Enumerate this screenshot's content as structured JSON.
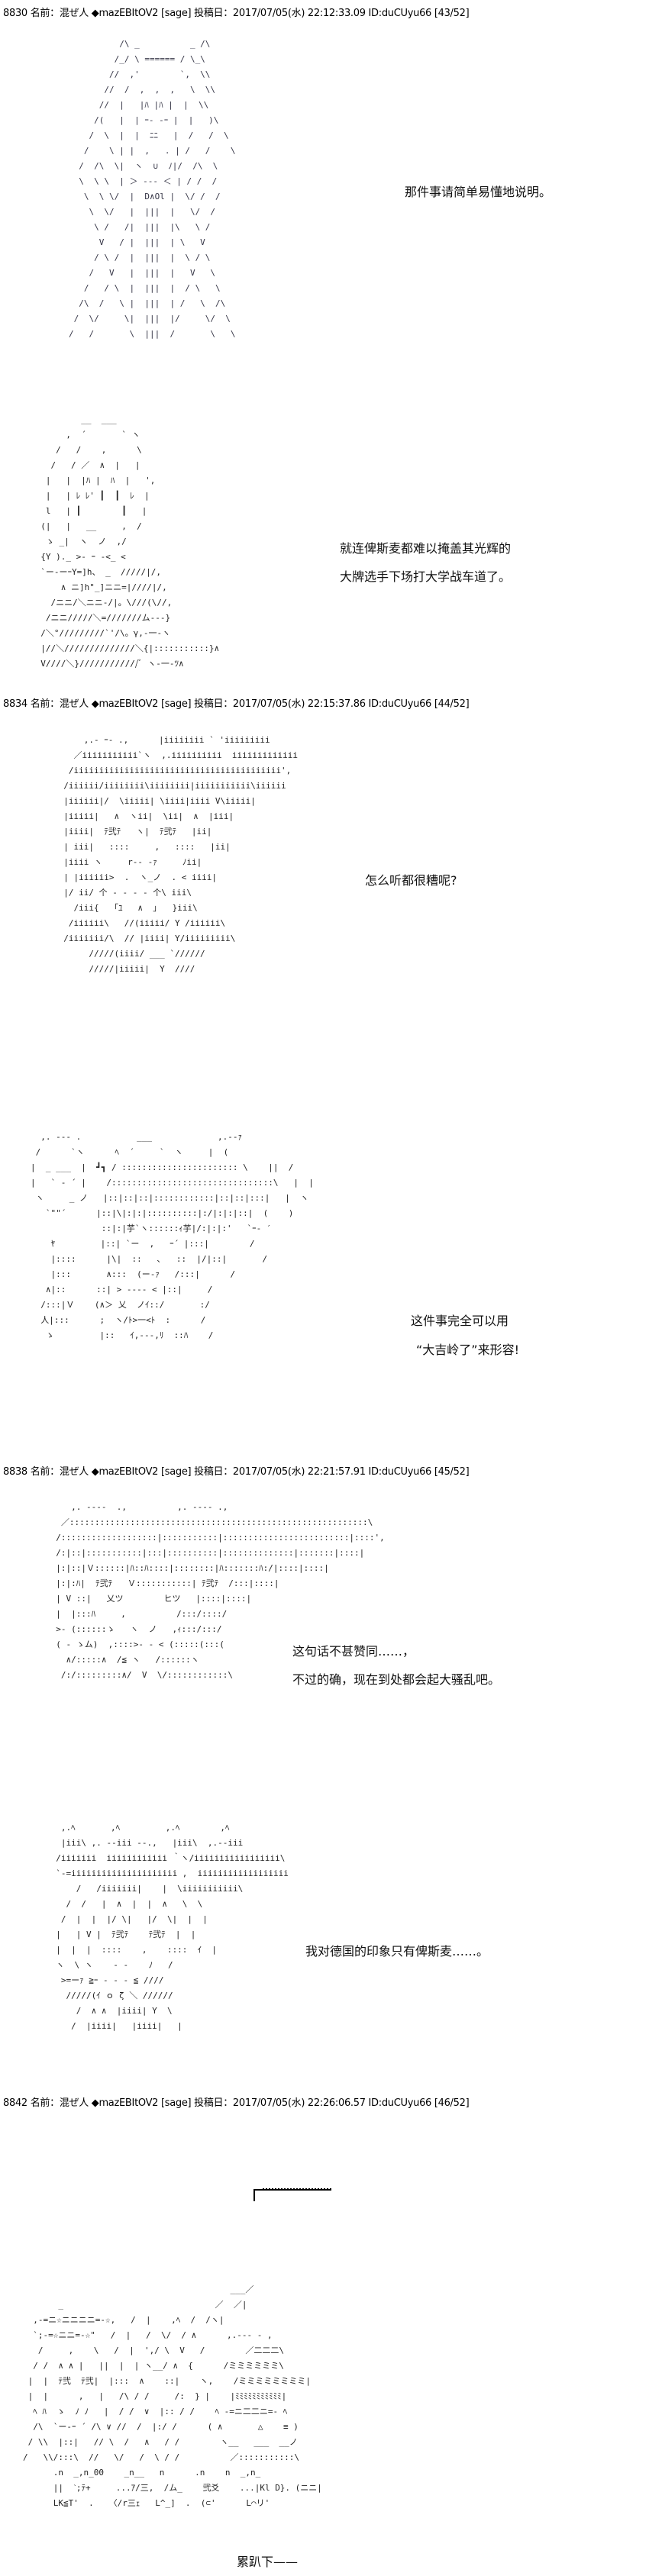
{
  "posts": [
    {
      "header": "8830 名前：混ぜ人 ◆mazEBItOV2 [sage] 投稿日：2017/07/05(水) 22:12:33.09 ID:duCUyu66 [43/52]"
    },
    {
      "header": "8834 名前：混ぜ人 ◆mazEBItOV2 [sage] 投稿日：2017/07/05(水) 22:15:37.86 ID:duCUyu66 [44/52]"
    },
    {
      "header": "8838 名前：混ぜ人 ◆mazEBItOV2 [sage] 投稿日：2017/07/05(水) 22:21:57.91 ID:duCUyu66 [45/52]"
    },
    {
      "header": "8842 名前：混ぜ人 ◆mazEBItOV2 [sage] 投稿日：2017/07/05(水) 22:26:06.57 ID:duCUyu66 [46/52]"
    }
  ],
  "dialogue": {
    "d1": "那件事请简单易懂地说明。",
    "d2a": "就连俾斯麦都难以掩盖其光辉的",
    "d2b": "大牌选手下场打大学战车道了。",
    "d3": "怎么听都很糟呢?",
    "d4a": "这件事完全可以用",
    "d4b": "“大吉岭了”来形容!",
    "d5a": "这句话不甚赞同……，",
    "d5b": "不过的确，现在到处都会起大骚乱吧。",
    "d6": "我对德国的印象只有俾斯麦……。",
    "d7": "累趴下——"
  },
  "art": {
    "a1": "          /\\ _          _ /\\\n         /_/ \\ ====== / \\_\\\n        //  ,'        `,  \\\\\n       //  /  ,  ,  ,   \\  \\\\\n      //  |   |ﾊ |ﾊ |  |  \\\\\n     /(   |  | ｰ‐ ‐ｰ |  |   )\\\n    /  \\  |  |  ﾆﾆ   |  /   /  \\\n   /    \\ | |  ,   . | /   /    \\\n  /  /\\  \\|  ヽ  ∪  ﾉ|/  /\\  \\\n  \\  \\ \\  | ＞ ‐‐‐ ＜ | / /  /\n   \\  \\ \\/  |  D∧Ol |  \\/ /  /\n    \\  \\/   |  |||  |   \\/  /\n     \\ /   /|  |||  |\\   \\ /\n      V   / |  |||  | \\   V\n     / \\ /  |  |||  |  \\ / \\\n    /   V   |  |||  |   V   \\\n   /   / \\  |  |||  |  / \\   \\\n  /\\  /   \\ |  |||  | /   \\  /\\\n /  \\/     \\|  |||  |/     \\/  \\\n/   /       \\  |||  /       \\   \\",
    "a2": "          __  ___\n       ,  ´       ` ヽ\n     /   /    ,      \\\n    /   / ／  ∧  |   |\n   |   |  |ﾊ |  ﾊ  |   ',\n   |   | ﾚ ﾚ' ┃  ┃  ﾚ  |\n   l   | ┃        ┃   |\n  (|   |   __     ,  /\n   ゝ _|  ヽ  ノ  ,/\n  {Y )._ >‐ ｰ ‐<_ <\n  `ー‐ーｰY=]h、 _  /////|/,\n      ∧ ニ]h\"_]ニニ=|////|/,\n    /ニニ/＼ニニ‐/|。\\///(\\//,\n   /ニニ/////＼=///////ム‐‐‐}\n  /＼°/////////`'/\\。γ,‐一‐ヽ\n  |//＼//////////////＼{|:::::::::::}∧\n  V////＼}////////////ﾞ ヽ‐一‐ﾂ∧",
    "a3": "      ,.‐ ｰ- .,      |iiiiiiii ` 'iiiiiiiii\n    ／iiiiiiiiiii`ヽ  ,.iiiiiiiiii  iiiiiiiiiiiii\n   /iiiiiiiiiiiiiiiiiiiiiiiiiiiiiiiiiiiiiiiii',\n  /iiiiii/iiiiiiii\\iiiiiiii|iiiiiiiiiii\\iiiiii\n  |iiiiii|/  \\iiiii| \\iiii|iiii V\\iiiii|\n  |iiiii|   ∧  ヽii|  \\ii|  ∧  |iii|\n  |iiii|  ﾃ弐ﾃ   ヽ|  ﾃ弐ﾃ   |ii|\n  | iii|   ::::     ,   ::::   |ii|\n  |iiii ヽ     r‐‐ ‐ｧ     ﾉii|\n  | |iiiiii>  .  ヽ_ノ  . < iiii|\n  |/ ii/ 个 ‐ ‐ ‐ ‐ 个\\ iii\\\n    /iii{   ｢ﾕ   ∧  ｣   }iii\\\n   /iiiiii\\   //(iiiii/ Y /iiiiii\\\n  /iiiiiii/\\  // |iiii| Y/iiiiiiiii\\\n       /////(iiii/ ___ `//////\n       /////|iiiii|  Y  ////",
    "a4": "  ,. -‐- .           ___             ,.-‐ｧ\n /      `ヽ      ﾍ  ´     `  ヽ     |  (\n|  _ ___  |  ┛┓ / ::::::::::::::::::::::: \\    ||  /\n|   ` ‐ ´ |    /::::::::::::::::::::::::::::::::\\   |  |\n ヽ     _ ノ   |::|::|::|::::::::::::|::|::|:::|   |  ヽ\n   `\"\"´      |::|\\|:|:|::::::::::|:/|:|:|::|  (    )\n              ::|:|芋`ヽ::::::ｨ芋|/:|:|:'   `ｰ‐ ′\n    ﾔ         |::| `ー  ,   ｰ´ |:::|        /\n    |::::      |\\|  ::   ､   ::  |/|::|       /\n    |:::       ∧:::  (ー‐ｧ   /:::|      /\n   ∧|::      ::| > ‐‐‐‐ < |::|     /\n  /:::|Ｖ    (∧＞ 乂  ノｲ::/       :/\n  人|:::      ;  ヽ/ﾄ>一<ﾄ  :      /\n   ゝ         |::   ｲ,---,ﾘ  ::ﾊ    /",
    "a5": "     ,. -‐‐-  .,          ,. -‐‐- .,\n   ／:::::::::::::::::::::::::::::::::::::::::::::::::::::::::::\\\n  /:::::::::::::::::::|:::::::::::|:::::::::::::::::::::::::|::::',\n  /:|::|:::::::::::|:::|::::::::::|::::::::::::::|:::::::|::::|\n  |:|::|Ｖ::::::|ﾊ::ﾊ::::|::::::::|ﾊ:::::::ﾊ:/|::::|::::|\n  |:|:ﾊ|  ﾃ弐ﾃ   Ｖ:::::::::::| ﾃ弐ﾃ  /:::|::::|\n  | V ::|   乂ツ        ヒツ   |::::|::::|\n  |  |:::ﾊ     ,          /:::/::::/\n  >‐ (::::::ゝ   ヽ  ノ   ,ｨ:::/:::/\n  ( ‐ ゝム)  ,::::>‐ ‐ < (:::::(:::(\n    ∧/:::::∧  /≦ ヽ   /::::::ヽ\n   /:/:::::::::∧/  V  \\/::::::::::::\\",
    "a6": "   ,.ﾍ       ,ﾍ         ,.ﾍ        ,ﾍ\n   |iii\\ ,. ‐‐iii ‐‐.,   |iii\\  ,.‐‐iii\n  /iiiiiii  iiiiiiiiiiii ｀ヽ/iiiiiiiiiiiiiiiii\\\n  `‐=iiiiiiiiiiiiiiiiiiiii ,  iiiiiiiiiiiiiiiiii\n      /   /iiiiiii|    |  \\iiiiiiiiiii\\\n    /  /   |  ∧  |  |  ∧   \\  \\\n   /  |  |  |/ \\|   |/  \\|  |  |\n  |   | V |  ﾃ弐ﾃ    ﾃ弐ﾃ  |  |\n  |  |  |  ::::    ,    ::::  ｲ  |\n  ヽ  \\ ヽ    ‐ ‐    ﾉ   /\n   >=ーｧ ≧ｰ ‐ ‐ ‐ ≦ ////\n    /////(ｲ ｏ ζ ＼ //////\n      /  ∧ ∧  |iiii| Y  \\\n     /  |iiii|   |iiii|   |",
    "a7": "                                         ___／\n       _                              ／  ／|\n  ,-=ニ☆ニニニニ=-☆,   /  |    ,ﾍ  /  /ヽ|\n  `;-=☆ニニ=-☆\"   /  |   /  \\/  / ∧      ,.-‐‐ - ,\n   /     ,    \\   /  |  ',/ \\  V   /        ／二二二\\\n  / /  ∧ ∧ |   ||  |  | ヽ__/ ∧  {      /ミミミミミミ\\\n |  |  ﾃ弐  ﾃ弐|  |:::  ∧    ::|    ヽ,    /ミミミミミミミミ|\n |  |      ,   |   /\\ / /     /:  } |    |ﾐﾐﾐﾐﾐﾐﾐﾐﾐﾐﾐ|\n  ﾍ ﾊ  ゝ  ﾉ ﾉ   |  / /  ∨  |:: / /    ﾍ -=ニ二二ニ=- ﾍ\n  /\\  `ー‐ｰ ´ /\\ ∨ //  /  |:/ /      ( ∧       △    ≡ )\n / \\\\  |::|   // \\  /   ∧   / /        ヽ__   ___  __ノ\n/   \\\\/:::\\  //   \\/   /  \\ / /          ／:::::::::::\\\n      .n  _,n_00    _n__   n      .n    n  _,n_\n      ||  ˋ;ﾃ+     ...ｱ/三,  /ム_    弐爻    ...|Kl D}. (ニニ|\n      LK≦T'  .   〈/r三ｪ   L^_]  .  (⊂'      L⌒リ'"
  }
}
